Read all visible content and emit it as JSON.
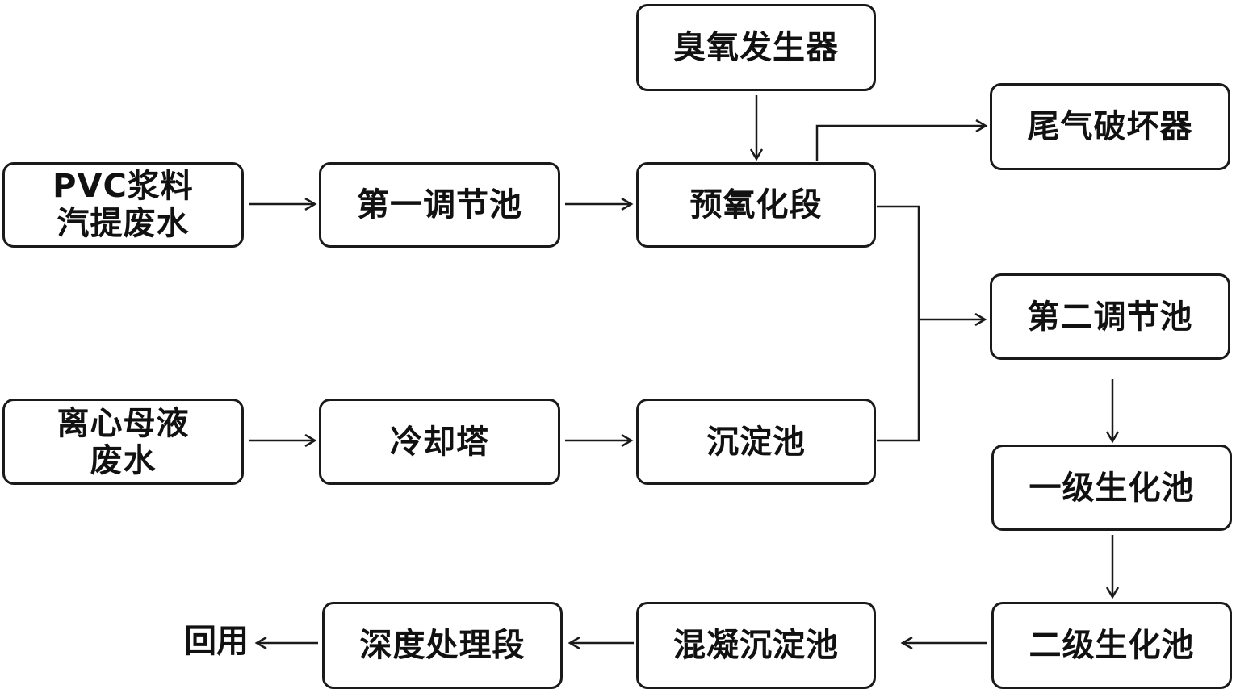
{
  "diagram": {
    "nodes": {
      "pvc_wastewater": {
        "lines": [
          "PVC浆料",
          "汽提废水"
        ]
      },
      "centrifuge_wastewater": {
        "lines": [
          "离心母液",
          "废水"
        ]
      },
      "first_regulating_tank": {
        "label": "第一调节池"
      },
      "cooling_tower": {
        "label": "冷却塔"
      },
      "ozone_generator": {
        "label": "臭氧发生器"
      },
      "pre_oxidation": {
        "label": "预氧化段"
      },
      "sedimentation_tank": {
        "label": "沉淀池"
      },
      "tail_gas_destroyer": {
        "label": "尾气破坏器"
      },
      "second_regulating_tank": {
        "label": "第二调节池"
      },
      "primary_biochemical_tank": {
        "label": "一级生化池"
      },
      "secondary_biochemical_tank": {
        "label": "二级生化池"
      },
      "coagulation_sedimentation_tank": {
        "label": "混凝沉淀池"
      },
      "advanced_treatment": {
        "label": "深度处理段"
      }
    },
    "endpoint": {
      "label": "回用"
    },
    "colors": {
      "line": "#1a1a1a",
      "text": "#111111",
      "background": "#ffffff"
    }
  }
}
